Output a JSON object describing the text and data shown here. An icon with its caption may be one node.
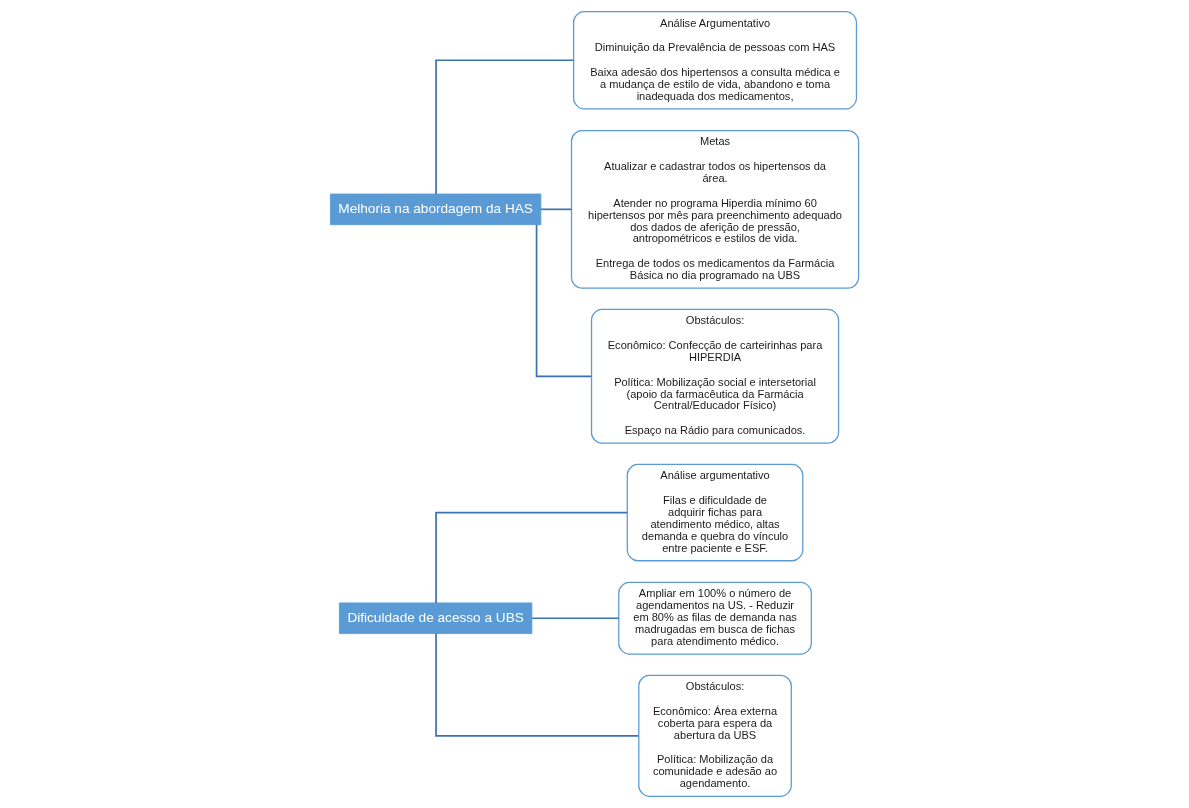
{
  "diagram": {
    "nodes": [
      {
        "text": [
          "Dificuldade de acesso a UBS"
        ]
      },
      {
        "text": [
          "Análise argumentativo",
          "Filas e dificuldade de adquirir fichas para atendimento médico, altas demanda e quebra do vínculo entre paciente e ESF."
        ]
      },
      {
        "text": [
          "Ampliar em 100% o número de agendamentos na US. - Reduzir em 80% as filas de demanda nas madrugadas em busca de fichas para atendimento médico."
        ]
      },
      {
        "text": [
          "Obstáculos:",
          "Econômico: Área externa coberta para espera da abertura da UBS",
          "Política: Mobilização da comunidade e adesão ao agendamento."
        ]
      },
      {
        "text": [
          "Melhoria na abordagem da HAS"
        ]
      },
      {
        "text": [
          "Análise Argumentativo",
          "Diminuição da Prevalência de pessoas com HAS",
          "Baixa adesão dos hipertensos a consulta médica e a mudança de estilo de vida, abandono e toma inadequada dos medicamentos,"
        ]
      },
      {
        "text": [
          "Metas",
          "Atualizar e cadastrar todos os hipertensos da área.",
          "Atender no programa Hiperdia mínimo 60 hipertensos por mês para preenchimento adequado dos dados de aferição de pressão, antropométricos e estilos de vida.",
          "Entrega de todos os medicamentos da Farmácia Básica no dia programado na UBS"
        ]
      },
      {
        "text": [
          "Obstáculos:",
          "Econômico: Confecção de carteirinhas para HIPERDIA",
          "Política: Mobilização social e intersetorial (apoio da farmacêutica da Farmácia Central/Educador Físico)",
          "Espaço na Rádio para comunicados."
        ]
      }
    ],
    "edges": [
      {
        "from": 0,
        "to": 1,
        "arrow": "none"
      },
      {
        "from": 0,
        "to": 2,
        "arrow": "none"
      },
      {
        "from": 0,
        "to": 3,
        "arrow": "none"
      },
      {
        "from": 4,
        "to": 5,
        "arrow": "none"
      },
      {
        "from": 4,
        "to": 6,
        "arrow": "none"
      },
      {
        "from": 4,
        "to": 7,
        "arrow": "none"
      }
    ]
  }
}
